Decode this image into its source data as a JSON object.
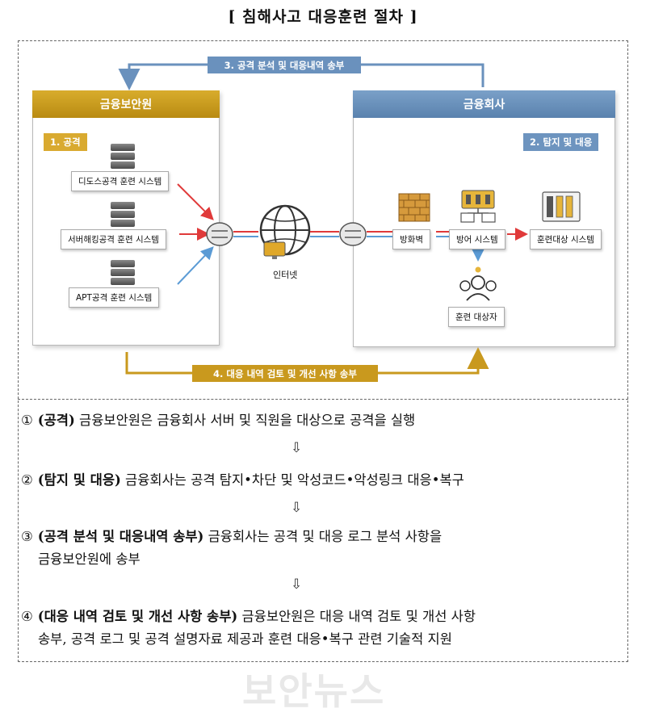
{
  "title": "[ 침해사고 대응훈련 절차 ]",
  "left_panel": {
    "header": "금융보안원",
    "tag": "1. 공격",
    "systems": [
      "디도스공격 훈련 시스템",
      "서버해킹공격 훈련 시스템",
      "APT공격 훈련 시스템"
    ]
  },
  "right_panel": {
    "header": "금융회사",
    "tag": "2. 탐지 및 대응",
    "nodes": {
      "firewall": "방화벽",
      "defense": "방어 시스템",
      "target_system": "훈련대상 시스템",
      "target_person": "훈련 대상자"
    }
  },
  "internet_label": "인터넷",
  "flow_top": "3. 공격 분석 및 대응내역 송부",
  "flow_bottom": "4. 대응 내역 검토 및 개선 사항 송부",
  "colors": {
    "gold": "#c9991e",
    "blue": "#6a91bd",
    "red": "#e03a3a",
    "light_blue": "#5b9bd5"
  },
  "steps": [
    {
      "num": "①",
      "bold": "(공격)",
      "text": " 금융보안원은 금융회사 서버 및 직원을 대상으로 공격을 실행",
      "cont": ""
    },
    {
      "num": "②",
      "bold": "(탐지 및 대응)",
      "text": " 금융회사는 공격 탐지•차단 및 악성코드•악성링크 대응•복구",
      "cont": ""
    },
    {
      "num": "③",
      "bold": "(공격 분석 및 대응내역 송부)",
      "text": " 금융회사는 공격 및 대응 로그 분석 사항을",
      "cont": "금융보안원에 송부"
    },
    {
      "num": "④",
      "bold": "(대응 내역 검토 및 개선 사항 송부)",
      "text": " 금융보안원은 대응 내역 검토 및 개선 사항",
      "cont": "송부, 공격 로그 및 공격 설명자료 제공과 훈련 대응•복구 관련 기술적 지원"
    }
  ],
  "down_arrow": "⇩",
  "watermark": "보안뉴스"
}
